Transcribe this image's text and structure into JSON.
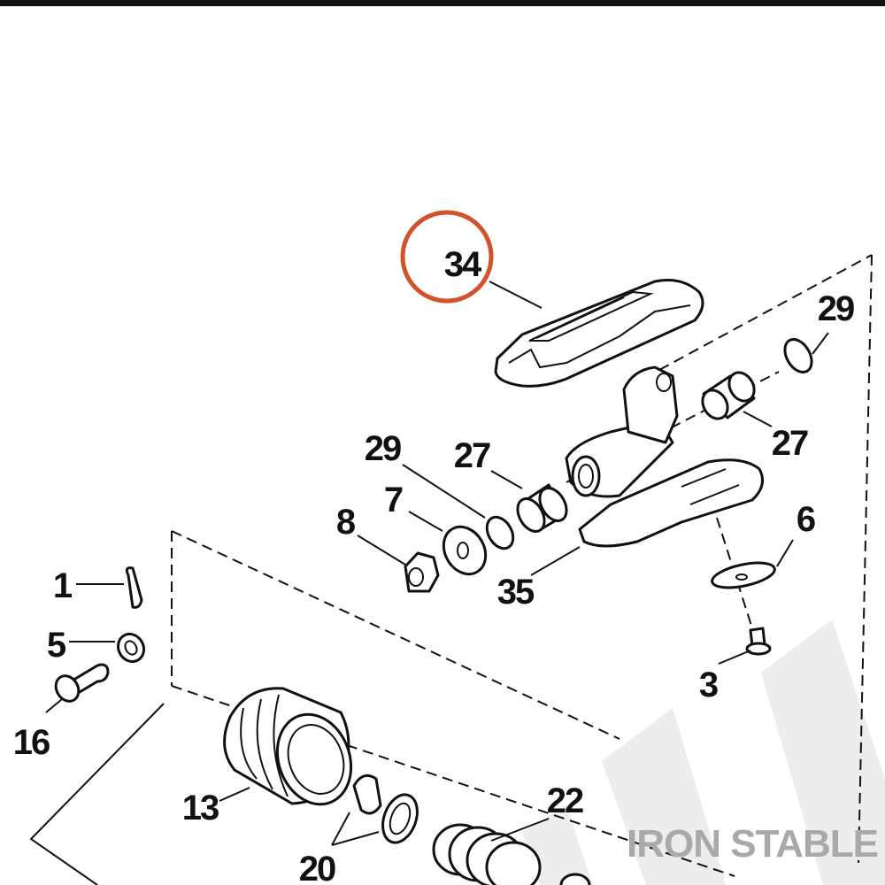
{
  "diagram": {
    "highlight_color": "#d2522a",
    "watermark": {
      "text": "IRON STABLE",
      "color": "#a9a9a9"
    },
    "callouts": [
      {
        "id": "c34",
        "label": "34",
        "highlighted": true
      },
      {
        "id": "c29a",
        "label": "29"
      },
      {
        "id": "c27a",
        "label": "27"
      },
      {
        "id": "c29b",
        "label": "29"
      },
      {
        "id": "c27b",
        "label": "27"
      },
      {
        "id": "c7",
        "label": "7"
      },
      {
        "id": "c8",
        "label": "8"
      },
      {
        "id": "c35",
        "label": "35"
      },
      {
        "id": "c6",
        "label": "6"
      },
      {
        "id": "c3",
        "label": "3"
      },
      {
        "id": "c1",
        "label": "1"
      },
      {
        "id": "c5",
        "label": "5"
      },
      {
        "id": "c16",
        "label": "16"
      },
      {
        "id": "c13",
        "label": "13"
      },
      {
        "id": "c20",
        "label": "20"
      },
      {
        "id": "c22",
        "label": "22"
      }
    ]
  }
}
